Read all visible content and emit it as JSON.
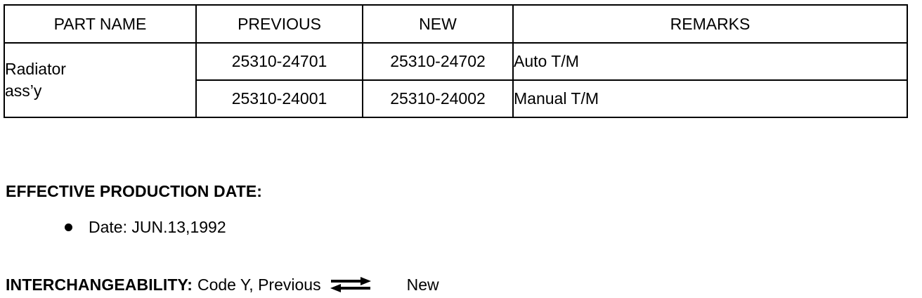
{
  "table": {
    "headers": [
      "PART NAME",
      "PREVIOUS",
      "NEW",
      "REMARKS"
    ],
    "part_name": {
      "line1": "Radiator",
      "line2": "ass’y"
    },
    "rows": [
      {
        "previous": "25310-24701",
        "new": "25310-24702",
        "remarks": "Auto T/M"
      },
      {
        "previous": "25310-24001",
        "new": "25310-24002",
        "remarks": "Manual T/M"
      }
    ]
  },
  "effective_production_date": {
    "heading": "EFFECTIVE PRODUCTION DATE:",
    "bullet_item": "Date: JUN.13,1992"
  },
  "interchangeability": {
    "label": "INTERCHANGEABILITY:",
    "text": "Code Y, Previous",
    "arrow_icon": "double-arrow-right-left-icon",
    "target": "New"
  },
  "colors": {
    "ink": "#000000",
    "paper": "#ffffff"
  }
}
